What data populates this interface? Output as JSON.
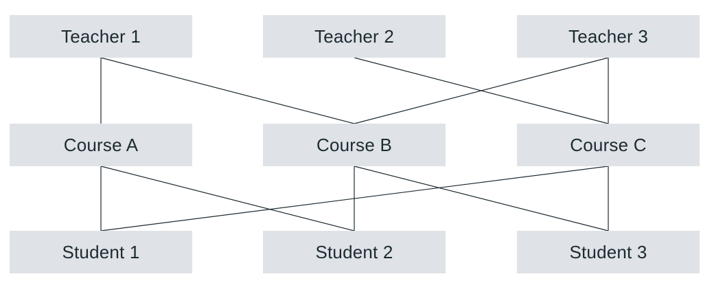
{
  "teachers": [
    {
      "id": "t1",
      "label": "Teacher 1"
    },
    {
      "id": "t2",
      "label": "Teacher 2"
    },
    {
      "id": "t3",
      "label": "Teacher 3"
    }
  ],
  "courses": [
    {
      "id": "cA",
      "label": "Course A"
    },
    {
      "id": "cB",
      "label": "Course B"
    },
    {
      "id": "cC",
      "label": "Course C"
    }
  ],
  "students": [
    {
      "id": "s1",
      "label": "Student 1"
    },
    {
      "id": "s2",
      "label": "Student 2"
    },
    {
      "id": "s3",
      "label": "Student 3"
    }
  ],
  "teaches": [
    {
      "teacher": "t1",
      "course": "cA"
    },
    {
      "teacher": "t1",
      "course": "cB"
    },
    {
      "teacher": "t2",
      "course": "cC"
    },
    {
      "teacher": "t3",
      "course": "cB"
    },
    {
      "teacher": "t3",
      "course": "cC"
    }
  ],
  "enrollments": [
    {
      "course": "cA",
      "student": "s1"
    },
    {
      "course": "cA",
      "student": "s2"
    },
    {
      "course": "cB",
      "student": "s2"
    },
    {
      "course": "cB",
      "student": "s3"
    },
    {
      "course": "cC",
      "student": "s1"
    },
    {
      "course": "cC",
      "student": "s3"
    }
  ],
  "colors": {
    "node_fill": "#dfe2e6",
    "text": "#1c2b33",
    "edge": "#1c2b33"
  }
}
